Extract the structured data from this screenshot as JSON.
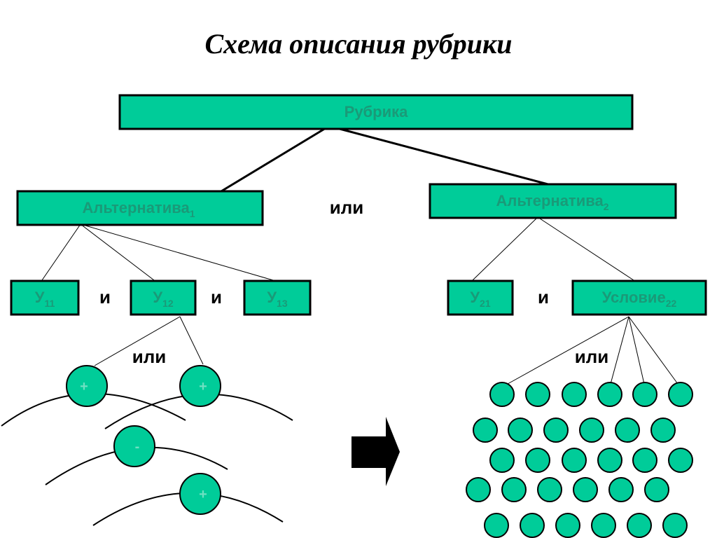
{
  "title": "Схема описания рубрики",
  "colors": {
    "box_fill": "#00cc99",
    "box_text": "#1a9a78",
    "sign_text": "#6fe0c2",
    "outline": "#000000"
  },
  "root": {
    "label": "Рубрика"
  },
  "alternatives": [
    {
      "label": "Альтернатива",
      "sub": "1"
    },
    {
      "label": "Альтернатива",
      "sub": "2"
    }
  ],
  "conditions": [
    {
      "label": "У",
      "sub": "11"
    },
    {
      "label": "У",
      "sub": "12"
    },
    {
      "label": "У",
      "sub": "13"
    },
    {
      "label": "У",
      "sub": "21"
    },
    {
      "label": "Условие",
      "sub": "22"
    }
  ],
  "connectors": {
    "or_top": "или",
    "and_1": "и",
    "and_2": "и",
    "and_3": "и",
    "or_left": "или",
    "or_right": "или"
  },
  "examples": [
    {
      "sign": "+"
    },
    {
      "sign": "+"
    },
    {
      "sign": "-"
    },
    {
      "sign": "+"
    }
  ],
  "arrow_icon": "right-arrow-icon",
  "result_circle_count": 30
}
